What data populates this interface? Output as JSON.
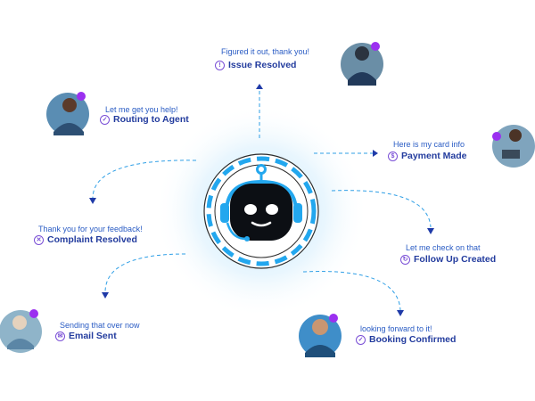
{
  "nodes": [
    {
      "id": "issue",
      "message": "Figured it out, thank you!",
      "status": "Issue Resolved",
      "icon": "info-icon",
      "glyph": "!"
    },
    {
      "id": "routing",
      "message": "Let me get you help!",
      "status": "Routing to Agent",
      "icon": "check-icon",
      "glyph": "✓"
    },
    {
      "id": "payment",
      "message": "Here is my card info",
      "status": "Payment Made",
      "icon": "dollar-icon",
      "glyph": "$"
    },
    {
      "id": "complaint",
      "message": "Thank you for your feedback!",
      "status": "Complaint Resolved",
      "icon": "x-icon",
      "glyph": "✕"
    },
    {
      "id": "followup",
      "message": "Let me check on that",
      "status": "Follow Up Created",
      "icon": "refresh-icon",
      "glyph": "↻"
    },
    {
      "id": "email",
      "message": "Sending that over now",
      "status": "Email Sent",
      "icon": "mail-icon",
      "glyph": "✉"
    },
    {
      "id": "booking",
      "message": "looking forward to it!",
      "status": "Booking  Confirmed",
      "icon": "check-icon",
      "glyph": "✓"
    }
  ],
  "colors": {
    "accent": "#23a7ee",
    "dash": "#2f9fe6",
    "arrow": "#1f3aa8",
    "text_primary": "#233c9e",
    "text_secondary": "#2a5cc4",
    "icon": "#7a4fd6",
    "presence": "#9b30f0",
    "robot_head": "#0c0f14"
  },
  "center_icon": "chatbot-robot-icon"
}
